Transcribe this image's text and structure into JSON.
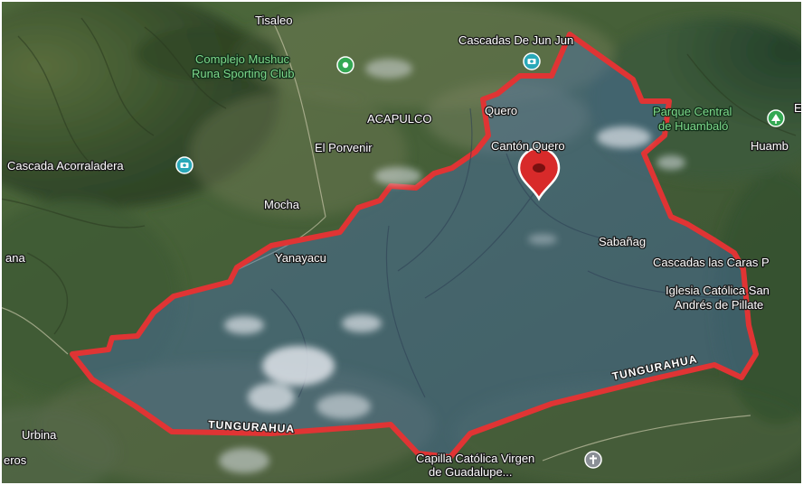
{
  "map": {
    "labels": {
      "tisaleo": "Tisaleo",
      "cascadas_jun_jun": "Cascadas De Jun Jun",
      "complejo_line1": "Complejo Mushuc",
      "complejo_line2": "Runa Sporting Club",
      "acapulco": "ACAPULCO",
      "quero": "Quero",
      "parque_line1": "Parque Central",
      "parque_line2": "de Huambaló",
      "huambalo_edge": "Huamb",
      "e_edge": "E",
      "el_porvenir": "El Porvenir",
      "canton_quero": "Cantón Quero",
      "cascada_acorraladera": "Cascada Acorraladera",
      "mocha": "Mocha",
      "sabanag": "Sabañag",
      "yanayacu": "Yanayacu",
      "ana_edge": "ana",
      "cascadas_caras": "Cascadas las Caras P",
      "iglesia_line1": "Iglesia Católica San",
      "iglesia_line2": "Andrés de Pillate",
      "tungurahua_east": "TUNGURAHUA",
      "tungurahua_south": "TUNGURAHUA",
      "urbina": "Urbina",
      "eros_edge": "eros",
      "capilla_line1": "Capilla Católica Virgen",
      "capilla_line2": "de Guadalupe..."
    },
    "colors": {
      "boundary": "#e03434",
      "region_tint": "#4a73b5",
      "pin": "#d82a2a",
      "poi_teal": "#2aa8b8",
      "poi_green": "#34a853",
      "poi_grey": "#8a8f96"
    },
    "icons": {
      "marker": "location-pin-icon",
      "camera": "camera-icon",
      "park": "park-tree-icon",
      "church": "church-cross-icon",
      "sports": "sports-icon"
    }
  }
}
